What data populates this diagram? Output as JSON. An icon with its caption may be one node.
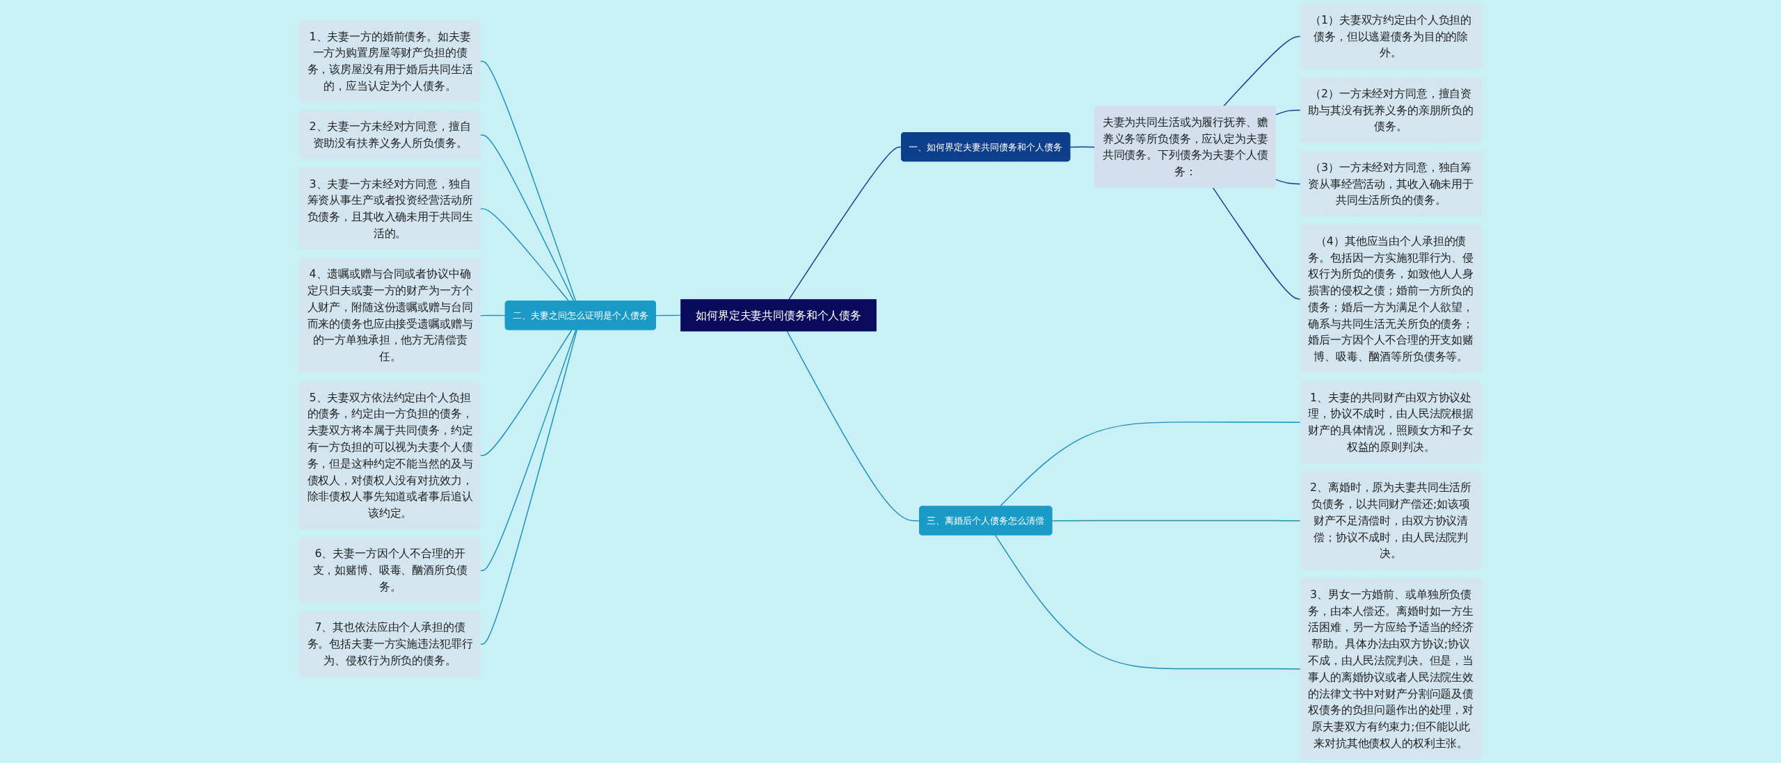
{
  "diagram": {
    "nodes": [
      {
        "text": [
          "如何界定夫妻共同债务和个人债务"
        ]
      },
      {
        "text": [
          "一、如何界定夫妻共同债务和个人债务"
        ]
      },
      {
        "text": [
          "夫妻为共同生活或为履行抚养、赡养义务等所负债务，应认定为夫妻共同债务。下列债务为夫妻个人债务："
        ]
      },
      {
        "text": [
          "（1）夫妻双方约定由个人负担的债务，但以逃避债务为目的的除外。"
        ]
      },
      {
        "text": [
          "（2）一方未经对方同意，擅自资助与其没有抚养义务的亲朋所负的债务。"
        ]
      },
      {
        "text": [
          "（3）一方未经对方同意，独自筹资从事经营活动，其收入确未用于共同生活所负的债务。"
        ]
      },
      {
        "text": [
          "（4）其他应当由个人承担的债务。包括因一方实施犯罪行为、侵权行为所负的债务，如致他人人身损害的侵权之债；婚前一方所负的债务；婚后一方为满足个人欲望，确系与共同生活无关所负的债务；婚后一方因个人不合理的开支如赌博、吸毒、酗酒等所负债务等。"
        ]
      },
      {
        "text": [
          "二、夫妻之间怎么证明是个人债务"
        ]
      },
      {
        "text": [
          "1、夫妻一方的婚前债务。如夫妻一方为购置房屋等财产负担的债务，该房屋没有用于婚后共同生活的，应当认定为个人债务。"
        ]
      },
      {
        "text": [
          "2、夫妻一方未经对方同意，擅自资助没有扶养义务人所负债务。"
        ]
      },
      {
        "text": [
          "3、夫妻一方未经对方同意，独自筹资从事生产或者投资经营活动所负债务，且其收入确未用于共同生活的。"
        ]
      },
      {
        "text": [
          "4、遗嘱或赠与合同或者协议中确定只归夫或妻一方的财产为一方个人财产，附随这份遗嘱或赠与台同而来的债务也应由接受遗嘱或赠与的一方单独承担，他方无清偿责任。"
        ]
      },
      {
        "text": [
          "5、夫妻双方依法约定由个人负担的债务，约定由一方负担的债务，夫妻双方将本属于共同债务，约定有一方负担的可以视为夫妻个人债务，但是这种约定不能当然的及与债权人，对债权人没有对抗效力，除非债权人事先知道或者事后追认该约定。"
        ]
      },
      {
        "text": [
          "6、夫妻一方因个人不合理的开支，如赌博、吸毒、酗酒所负债务。"
        ]
      },
      {
        "text": [
          "7、其也依法应由个人承担的债务。包括夫妻一方实施违法犯罪行为、侵权行为所负的债务。"
        ]
      },
      {
        "text": [
          "三、离婚后个人债务怎么清偿"
        ]
      },
      {
        "text": [
          "1、夫妻的共同财产由双方协议处理，协议不成时，由人民法院根据财产的具体情况，照顾女方和子女权益的原则判决。"
        ]
      },
      {
        "text": [
          "2、离婚时，原为夫妻共同生活所负债务，以共同财产偿还;如该项财产不足清偿时，由双方协议清偿；协议不成时，由人民法院判决。"
        ]
      },
      {
        "text": [
          "3、男女一方婚前、或单独所负债务，由本人偿还。离婚时如一方生活困难，另一方应给予适当的经济帮助。具体办法由双方协议;协议不成，由人民法院判决。但是，当事人的离婚协议或者人民法院生效的法律文书中对财产分割问题及债权债务的负担问题作出的处理，对原夫妻双方有约束力;但不能以此来对抗其他债权人的权利主张。"
        ]
      }
    ],
    "edges": [
      {
        "from": 8,
        "to": 7,
        "arrow": "none"
      },
      {
        "from": 9,
        "to": 7,
        "arrow": "none"
      },
      {
        "from": 10,
        "to": 7,
        "arrow": "none"
      },
      {
        "from": 11,
        "to": 7,
        "arrow": "none"
      },
      {
        "from": 12,
        "to": 7,
        "arrow": "none"
      },
      {
        "from": 13,
        "to": 7,
        "arrow": "none"
      },
      {
        "from": 14,
        "to": 7,
        "arrow": "none"
      },
      {
        "from": 7,
        "to": 0,
        "arrow": "none"
      },
      {
        "from": 0,
        "to": 1,
        "arrow": "none",
        "color": "#0d3f8c"
      },
      {
        "from": 1,
        "to": 2,
        "arrow": "none",
        "color": "#0d3f8c"
      },
      {
        "from": 2,
        "to": 3,
        "arrow": "none",
        "color": "#0d3f8c"
      },
      {
        "from": 2,
        "to": 4,
        "arrow": "none",
        "color": "#0d3f8c"
      },
      {
        "from": 2,
        "to": 5,
        "arrow": "none",
        "color": "#0d3f8c"
      },
      {
        "from": 2,
        "to": 6,
        "arrow": "none",
        "color": "#0d3f8c"
      },
      {
        "from": 0,
        "to": 15,
        "arrow": "none"
      },
      {
        "from": 15,
        "to": 16,
        "arrow": "none"
      },
      {
        "from": 15,
        "to": 17,
        "arrow": "none"
      },
      {
        "from": 15,
        "to": 18,
        "arrow": "none"
      }
    ]
  }
}
